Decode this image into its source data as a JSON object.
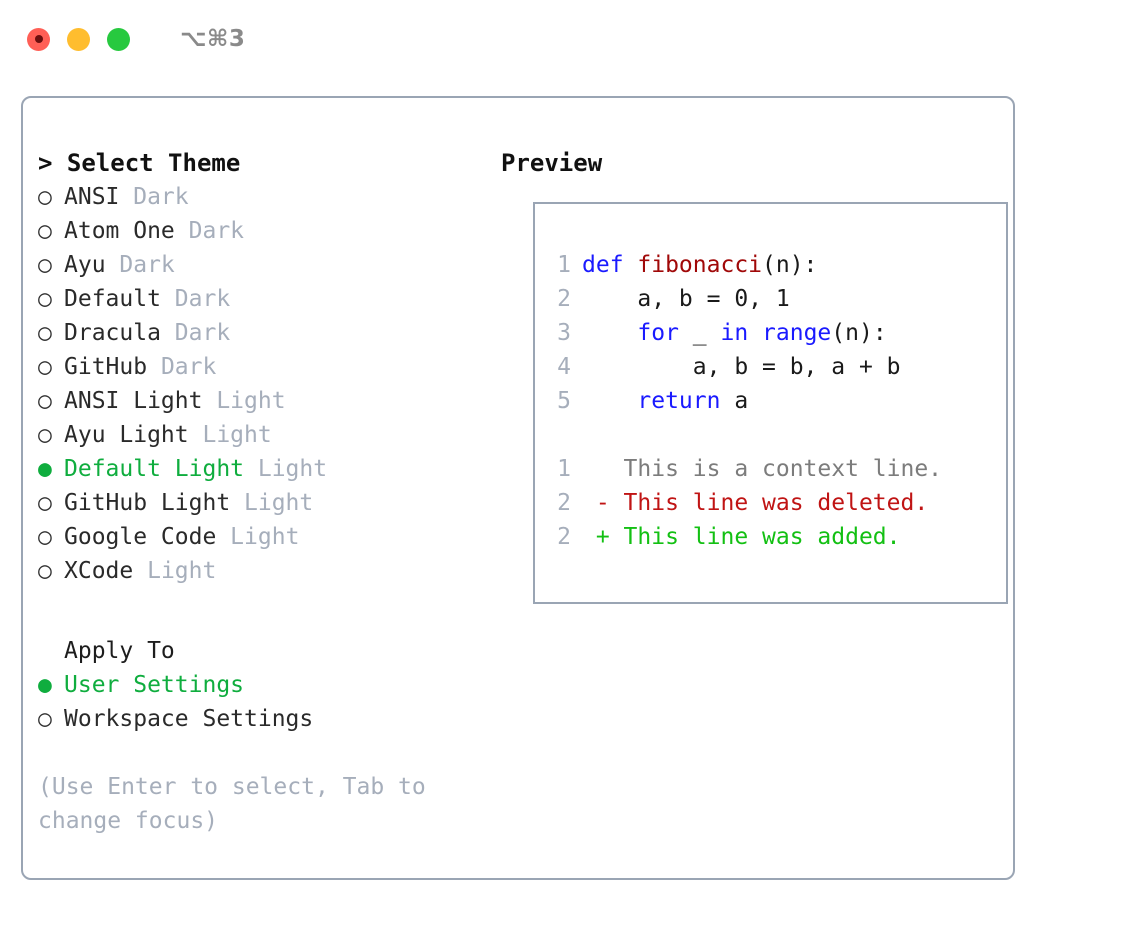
{
  "window": {
    "shortcut": "⌥⌘3",
    "traffic_lights": [
      {
        "name": "close",
        "color": "#ff5f56"
      },
      {
        "name": "minimize",
        "color": "#ffbd2e"
      },
      {
        "name": "maximize",
        "color": "#27c93f"
      }
    ]
  },
  "theme_panel": {
    "header": "> Select Theme",
    "items": [
      {
        "marker": "○",
        "label": "ANSI",
        "suffix": "Dark",
        "selected": false
      },
      {
        "marker": "○",
        "label": "Atom One",
        "suffix": "Dark",
        "selected": false
      },
      {
        "marker": "○",
        "label": "Ayu",
        "suffix": "Dark",
        "selected": false
      },
      {
        "marker": "○",
        "label": "Default",
        "suffix": "Dark",
        "selected": false
      },
      {
        "marker": "○",
        "label": "Dracula",
        "suffix": "Dark",
        "selected": false
      },
      {
        "marker": "○",
        "label": "GitHub",
        "suffix": "Dark",
        "selected": false
      },
      {
        "marker": "○",
        "label": "ANSI Light",
        "suffix": "Light",
        "selected": false
      },
      {
        "marker": "○",
        "label": "Ayu Light",
        "suffix": "Light",
        "selected": false
      },
      {
        "marker": "●",
        "label": "Default Light",
        "suffix": "Light",
        "selected": true
      },
      {
        "marker": "○",
        "label": "GitHub Light",
        "suffix": "Light",
        "selected": false
      },
      {
        "marker": "○",
        "label": "Google Code",
        "suffix": "Light",
        "selected": false
      },
      {
        "marker": "○",
        "label": "XCode",
        "suffix": "Light",
        "selected": false
      }
    ]
  },
  "apply_panel": {
    "heading": "Apply To",
    "items": [
      {
        "marker": "●",
        "label": "User Settings",
        "selected": true
      },
      {
        "marker": "○",
        "label": "Workspace Settings",
        "selected": false
      }
    ]
  },
  "hint": "(Use Enter to select, Tab to change focus)",
  "preview": {
    "header": "Preview",
    "code_lines": [
      {
        "lineno": "1",
        "spans": [
          {
            "t": "def ",
            "c": "kw"
          },
          {
            "t": "fibonacci",
            "c": "fn"
          },
          {
            "t": "(n):",
            "c": "plain"
          }
        ]
      },
      {
        "lineno": "2",
        "spans": [
          {
            "t": "    a, b = 0, 1",
            "c": "plain"
          }
        ]
      },
      {
        "lineno": "3",
        "spans": [
          {
            "t": "    ",
            "c": "plain"
          },
          {
            "t": "for",
            "c": "kw"
          },
          {
            "t": " _ ",
            "c": "plain"
          },
          {
            "t": "in",
            "c": "kw"
          },
          {
            "t": " ",
            "c": "plain"
          },
          {
            "t": "range",
            "c": "kw"
          },
          {
            "t": "(n):",
            "c": "plain"
          }
        ]
      },
      {
        "lineno": "4",
        "spans": [
          {
            "t": "        a, b = b, a + b",
            "c": "plain"
          }
        ]
      },
      {
        "lineno": "5",
        "spans": [
          {
            "t": "    ",
            "c": "plain"
          },
          {
            "t": "return",
            "c": "kw"
          },
          {
            "t": " a",
            "c": "plain"
          }
        ]
      },
      {
        "lineno": "",
        "spans": []
      },
      {
        "lineno": "1",
        "spans": [
          {
            "t": "   This is a context line.",
            "c": "ctx"
          }
        ]
      },
      {
        "lineno": "2",
        "spans": [
          {
            "t": " - This line was deleted.",
            "c": "del"
          }
        ]
      },
      {
        "lineno": "2",
        "spans": [
          {
            "t": " + This line was added.",
            "c": "add"
          }
        ]
      }
    ]
  },
  "colors": {
    "accent_green": "#0fad3e",
    "muted_gray": "#a6aebb",
    "border": "#9aa5b4",
    "keyword_blue": "#1a1aff",
    "function_red": "#a00808",
    "diff_delete": "#c01414",
    "diff_add": "#13c013"
  }
}
